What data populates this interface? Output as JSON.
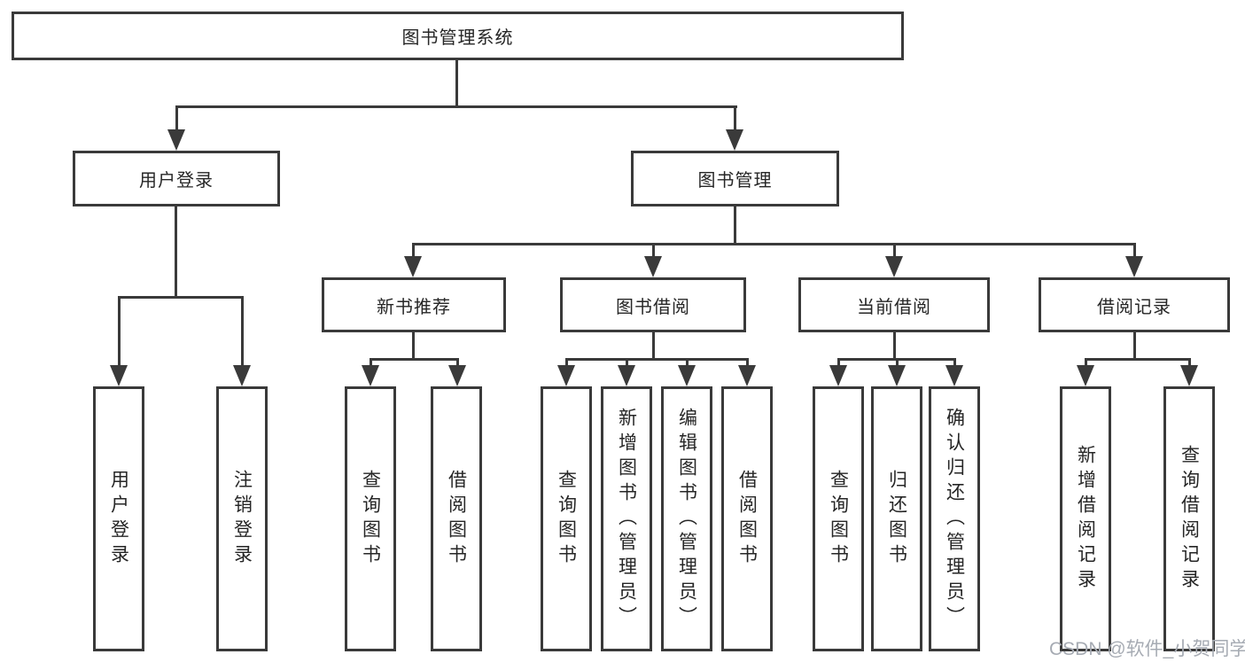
{
  "diagram": {
    "root": {
      "label": "图书管理系统"
    },
    "branches": [
      {
        "label": "用户登录",
        "children": [
          {
            "label": "用户登录"
          },
          {
            "label": "注销登录"
          }
        ]
      },
      {
        "label": "图书管理",
        "children": [
          {
            "label": "新书推荐",
            "children": [
              {
                "label": "查询图书"
              },
              {
                "label": "借阅图书"
              }
            ]
          },
          {
            "label": "图书借阅",
            "children": [
              {
                "label": "查询图书"
              },
              {
                "label": "新增图书（管理员）"
              },
              {
                "label": "编辑图书（管理员）"
              },
              {
                "label": "借阅图书"
              }
            ]
          },
          {
            "label": "当前借阅",
            "children": [
              {
                "label": "查询图书"
              },
              {
                "label": "归还图书"
              },
              {
                "label": "确认归还（管理员）"
              }
            ]
          },
          {
            "label": "借阅记录",
            "children": [
              {
                "label": "新增借阅记录"
              },
              {
                "label": "查询借阅记录"
              }
            ]
          }
        ]
      }
    ],
    "watermark": "CSDN @软件_小贺同学",
    "colors": {
      "line": "#3a3a3a",
      "box_border": "#3a3a3a",
      "text": "#262626",
      "watermark": "#a6abb3",
      "background": "#ffffff"
    }
  }
}
